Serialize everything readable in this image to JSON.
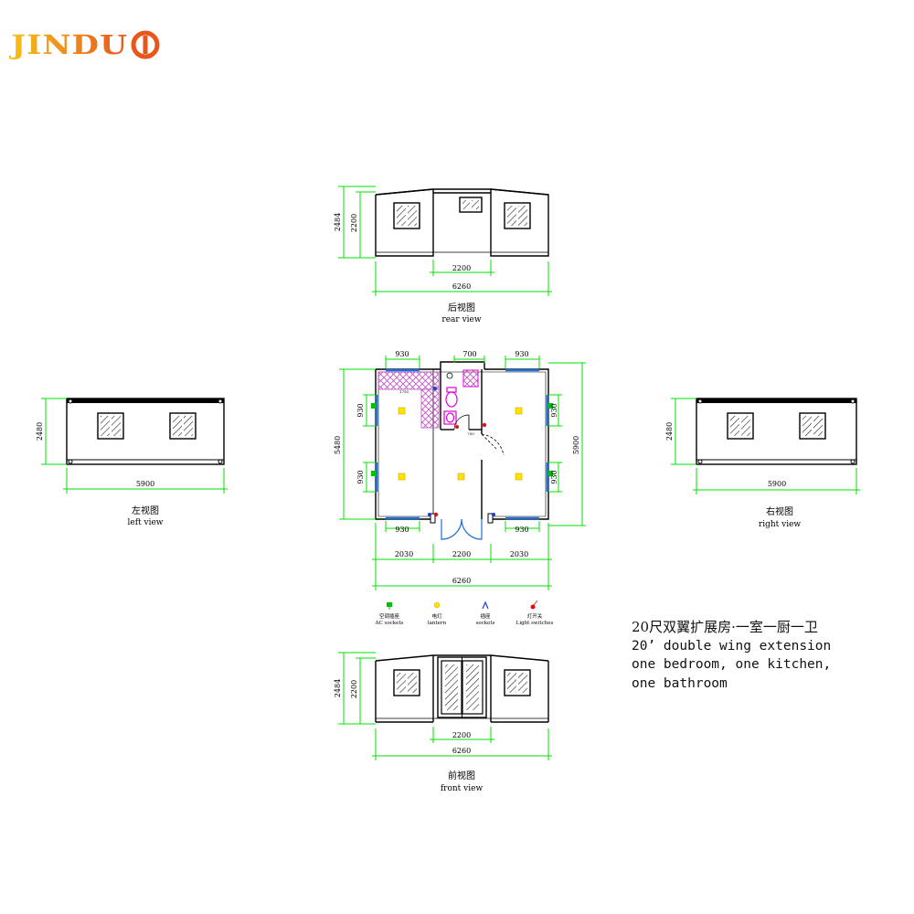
{
  "brand": {
    "name": "JINDU",
    "logo_color_start": "#f7c21a",
    "logo_color_end": "#e8561c"
  },
  "colors": {
    "dimension": "#00e000",
    "outline": "#000000",
    "window_blue": "#1e6fd8",
    "fixture_magenta": "#e000e0",
    "light_yellow": "#ffe000",
    "switch_red": "#e01010"
  },
  "views": {
    "rear": {
      "cn": "后视图",
      "en": "rear view",
      "dims": {
        "overall_width": "6260",
        "center_width": "2200",
        "total_height": "2484",
        "wall_height": "2200"
      }
    },
    "front": {
      "cn": "前视图",
      "en": "front view",
      "dims": {
        "overall_width": "6260",
        "center_width": "2200",
        "total_height": "2484",
        "wall_height": "2200"
      }
    },
    "left": {
      "cn": "左视图",
      "en": "left view",
      "dims": {
        "length": "5900",
        "height": "2480"
      }
    },
    "right": {
      "cn": "右视图",
      "en": "right view",
      "dims": {
        "length": "5900",
        "height": "2480"
      }
    }
  },
  "plan": {
    "dims": {
      "top_left_window": "930",
      "top_door": "700",
      "top_right_window": "930",
      "left_window_upper": "930",
      "left_window_lower": "930",
      "right_window_upper": "930",
      "right_window_lower": "930",
      "bottom_left_window": "930",
      "bottom_right_window": "930",
      "bottom_left_span": "2030",
      "bottom_center_span": "2200",
      "bottom_right_span": "2030",
      "overall_width": "6260",
      "left_depth": "5480",
      "right_depth": "5900",
      "counter_len": "1750",
      "bath_door": "700"
    }
  },
  "legend": [
    {
      "cn": "空调插座",
      "en": "AC sockets",
      "icon": "ac-socket-icon",
      "color": "#00c000"
    },
    {
      "cn": "电灯",
      "en": "lantern",
      "icon": "lamp-icon",
      "color": "#ffe000"
    },
    {
      "cn": "插座",
      "en": "sockets",
      "icon": "socket-icon",
      "color": "#1e3fc8"
    },
    {
      "cn": "灯开关",
      "en": "Light switches",
      "icon": "light-switch-icon",
      "color": "#e01010"
    }
  ],
  "description": {
    "line1": "20尺双翼扩展房·一室一厨一卫",
    "line2": "20’ double wing extension",
    "line3": "one bedroom, one kitchen,",
    "line4": "one bathroom"
  }
}
